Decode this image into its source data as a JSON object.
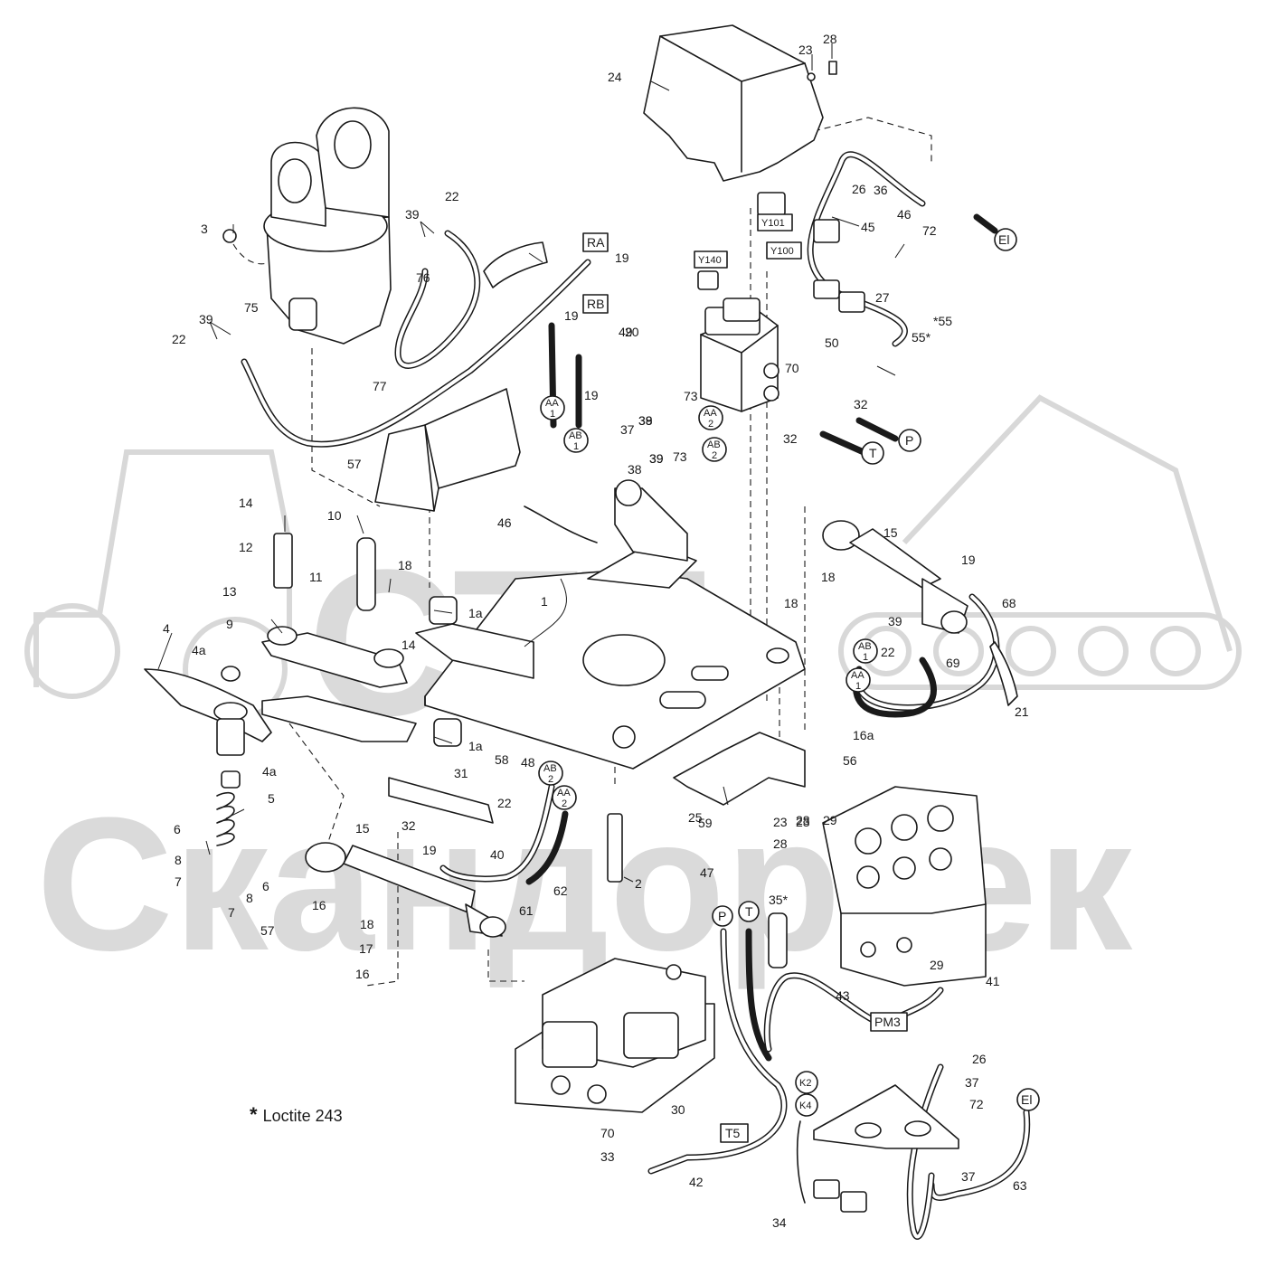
{
  "watermark": {
    "brand": "СТТ",
    "name": "Скандортек"
  },
  "note": {
    "symbol": "*",
    "text": "Loctite 243"
  },
  "labels": [
    {
      "id": "l1",
      "text": "1"
    },
    {
      "id": "l1a_top",
      "text": "1a"
    },
    {
      "id": "l1a_bot",
      "text": "1a"
    },
    {
      "id": "l2",
      "text": "2"
    },
    {
      "id": "l3",
      "text": "3"
    },
    {
      "id": "l4",
      "text": "4"
    },
    {
      "id": "l4a_top",
      "text": "4a"
    },
    {
      "id": "l4a_bot",
      "text": "4a"
    },
    {
      "id": "l5",
      "text": "5"
    },
    {
      "id": "l6a",
      "text": "6"
    },
    {
      "id": "l6b",
      "text": "6"
    },
    {
      "id": "l7a",
      "text": "7"
    },
    {
      "id": "l7b",
      "text": "7"
    },
    {
      "id": "l8a",
      "text": "8"
    },
    {
      "id": "l8b",
      "text": "8"
    },
    {
      "id": "l9",
      "text": "9"
    },
    {
      "id": "l10",
      "text": "10"
    },
    {
      "id": "l11",
      "text": "11"
    },
    {
      "id": "l12",
      "text": "12"
    },
    {
      "id": "l13",
      "text": "13"
    },
    {
      "id": "l14a",
      "text": "14"
    },
    {
      "id": "l14b",
      "text": "14"
    },
    {
      "id": "l15a",
      "text": "15"
    },
    {
      "id": "l15b",
      "text": "15"
    },
    {
      "id": "l16a",
      "text": "16"
    },
    {
      "id": "l16b",
      "text": "16"
    },
    {
      "id": "l16aa",
      "text": "16a"
    },
    {
      "id": "l17",
      "text": "17"
    },
    {
      "id": "l18a",
      "text": "18"
    },
    {
      "id": "l18b",
      "text": "18"
    },
    {
      "id": "l18c",
      "text": "18"
    },
    {
      "id": "l18d",
      "text": "18"
    },
    {
      "id": "l19a",
      "text": "19"
    },
    {
      "id": "l19b",
      "text": "19"
    },
    {
      "id": "l19c",
      "text": "19"
    },
    {
      "id": "l19d",
      "text": "19"
    },
    {
      "id": "l19e",
      "text": "19"
    },
    {
      "id": "l20",
      "text": "20"
    },
    {
      "id": "l21",
      "text": "21"
    },
    {
      "id": "l22a",
      "text": "22"
    },
    {
      "id": "l22b",
      "text": "22"
    },
    {
      "id": "l22c",
      "text": "22"
    },
    {
      "id": "l22d",
      "text": "22"
    },
    {
      "id": "l23a",
      "text": "23"
    },
    {
      "id": "l23b",
      "text": "23"
    },
    {
      "id": "l23c",
      "text": "23"
    },
    {
      "id": "l24",
      "text": "24"
    },
    {
      "id": "l25",
      "text": "25"
    },
    {
      "id": "l26a",
      "text": "26"
    },
    {
      "id": "l26b",
      "text": "26"
    },
    {
      "id": "l27",
      "text": "27"
    },
    {
      "id": "l28a",
      "text": "28"
    },
    {
      "id": "l28b",
      "text": "28"
    },
    {
      "id": "l28c",
      "text": "28"
    },
    {
      "id": "l29a",
      "text": "29"
    },
    {
      "id": "l29b",
      "text": "29"
    },
    {
      "id": "l30",
      "text": "30"
    },
    {
      "id": "l31",
      "text": "31"
    },
    {
      "id": "l32a",
      "text": "32"
    },
    {
      "id": "l32b",
      "text": "32"
    },
    {
      "id": "l32c",
      "text": "32"
    },
    {
      "id": "l33",
      "text": "33"
    },
    {
      "id": "l34",
      "text": "34"
    },
    {
      "id": "l35",
      "text": "35*"
    },
    {
      "id": "l36",
      "text": "36"
    },
    {
      "id": "l37a",
      "text": "37"
    },
    {
      "id": "l37b",
      "text": "37"
    },
    {
      "id": "l37c",
      "text": "37"
    },
    {
      "id": "l38a",
      "text": "38"
    },
    {
      "id": "l38b",
      "text": "38"
    },
    {
      "id": "l39a",
      "text": "39"
    },
    {
      "id": "l39b",
      "text": "39"
    },
    {
      "id": "l39c",
      "text": "39"
    },
    {
      "id": "l39d",
      "text": "39"
    },
    {
      "id": "l39e",
      "text": "39"
    },
    {
      "id": "l39f",
      "text": "39"
    },
    {
      "id": "l40",
      "text": "40"
    },
    {
      "id": "l41",
      "text": "41"
    },
    {
      "id": "l42",
      "text": "42"
    },
    {
      "id": "l43",
      "text": "43"
    },
    {
      "id": "l45",
      "text": "45"
    },
    {
      "id": "l46a",
      "text": "46"
    },
    {
      "id": "l46b",
      "text": "46"
    },
    {
      "id": "l47",
      "text": "47"
    },
    {
      "id": "l48",
      "text": "48"
    },
    {
      "id": "l49",
      "text": "49"
    },
    {
      "id": "l50",
      "text": "50"
    },
    {
      "id": "l55a",
      "text": "55*"
    },
    {
      "id": "l55b",
      "text": "*55"
    },
    {
      "id": "l56",
      "text": "56"
    },
    {
      "id": "l57a",
      "text": "57"
    },
    {
      "id": "l57b",
      "text": "57"
    },
    {
      "id": "l58",
      "text": "58"
    },
    {
      "id": "l59",
      "text": "59"
    },
    {
      "id": "l61",
      "text": "61"
    },
    {
      "id": "l62",
      "text": "62"
    },
    {
      "id": "l63",
      "text": "63"
    },
    {
      "id": "l68",
      "text": "68"
    },
    {
      "id": "l69",
      "text": "69"
    },
    {
      "id": "l70a",
      "text": "70"
    },
    {
      "id": "l70b",
      "text": "70"
    },
    {
      "id": "l72a",
      "text": "72"
    },
    {
      "id": "l72b",
      "text": "72"
    },
    {
      "id": "l73a",
      "text": "73"
    },
    {
      "id": "l73b",
      "text": "73"
    },
    {
      "id": "l75",
      "text": "75"
    },
    {
      "id": "l76",
      "text": "76"
    },
    {
      "id": "l77",
      "text": "77"
    }
  ],
  "boxed_tags": [
    {
      "id": "tRA",
      "text": "RA"
    },
    {
      "id": "tRB",
      "text": "RB"
    },
    {
      "id": "tY140",
      "text": "Y140"
    },
    {
      "id": "tY101",
      "text": "Y101"
    },
    {
      "id": "tY100",
      "text": "Y100"
    },
    {
      "id": "tPM3",
      "text": "PM3"
    },
    {
      "id": "tT5",
      "text": "T5"
    }
  ],
  "circle_tags": [
    {
      "id": "cEl1",
      "text": "El"
    },
    {
      "id": "cEl2",
      "text": "El"
    },
    {
      "id": "cP1",
      "text": "P"
    },
    {
      "id": "cT1",
      "text": "T"
    },
    {
      "id": "cP2",
      "text": "P"
    },
    {
      "id": "cT2",
      "text": "T"
    },
    {
      "id": "cK2",
      "text": "K2"
    },
    {
      "id": "cK4",
      "text": "K4"
    }
  ],
  "stacked_tags": [
    {
      "id": "sAA1a",
      "top": "AA",
      "bottom": "1"
    },
    {
      "id": "sAB1a",
      "top": "AB",
      "bottom": "1"
    },
    {
      "id": "sAA2a",
      "top": "AA",
      "bottom": "2"
    },
    {
      "id": "sAB2a",
      "top": "AB",
      "bottom": "2"
    },
    {
      "id": "sAB1b",
      "top": "AB",
      "bottom": "1"
    },
    {
      "id": "sAA1b",
      "top": "AA",
      "bottom": "1"
    },
    {
      "id": "sAB2b",
      "top": "AB",
      "bottom": "2"
    },
    {
      "id": "sAA2b",
      "top": "AA",
      "bottom": "2"
    }
  ]
}
